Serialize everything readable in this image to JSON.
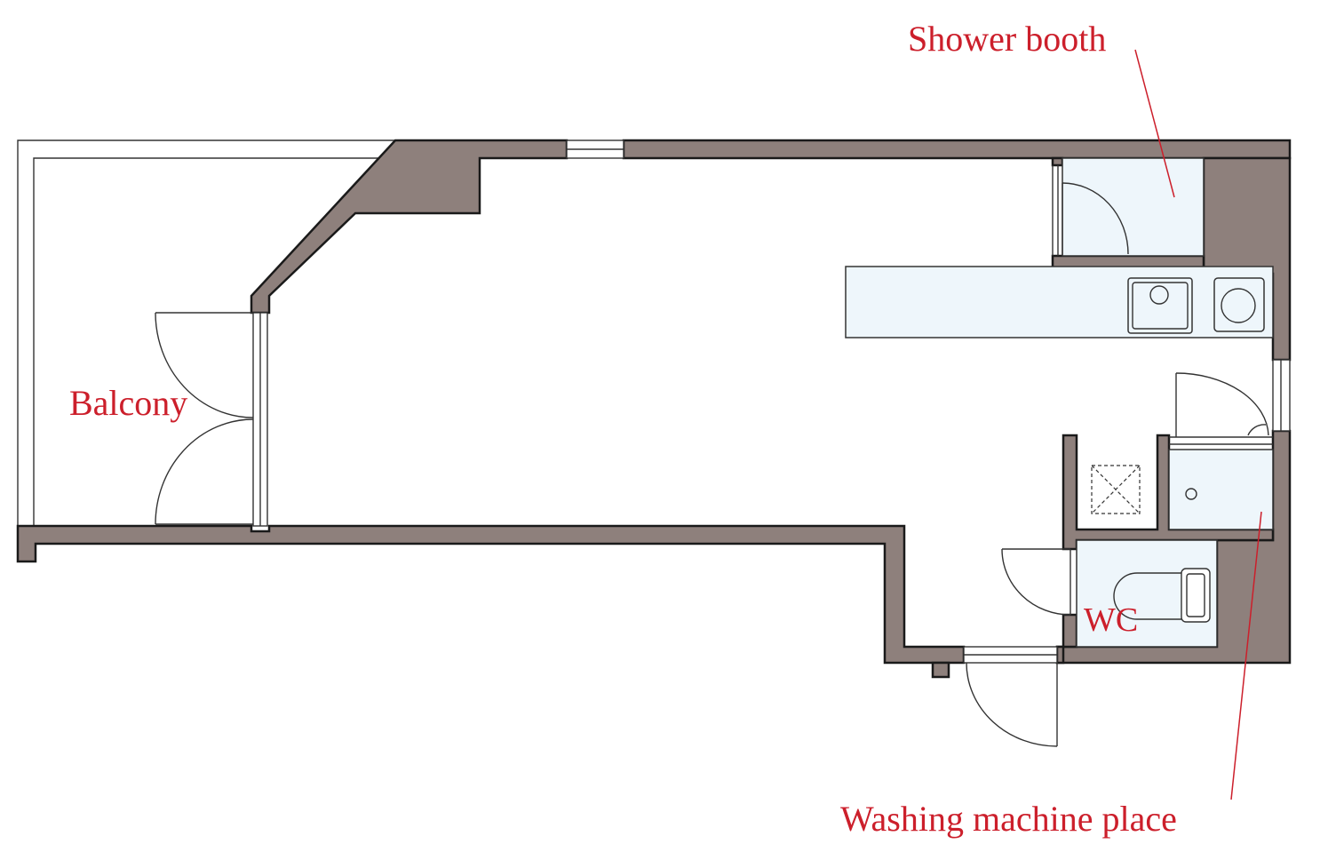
{
  "labels": {
    "shower_booth": "Shower booth",
    "balcony": "Balcony",
    "wc": "WC",
    "washing_machine_place": "Washing machine place"
  },
  "colors": {
    "wall_fill": "#8e807c",
    "label": "#cc1f2b",
    "fixture_fill": "#eef6fb"
  }
}
